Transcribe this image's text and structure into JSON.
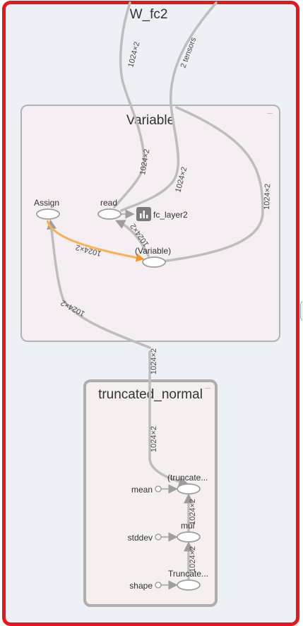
{
  "groups": {
    "outer": {
      "title": "W_fc2"
    },
    "variable": {
      "title": "Variable"
    },
    "truncated_normal": {
      "title": "truncated_normal"
    }
  },
  "nodes": {
    "assign": "Assign",
    "read": "read",
    "variable_op": "(Variable)",
    "fc_layer2": "fc_layer2",
    "truncated_op": "(truncate...",
    "mul": "mul",
    "truncated_normal_op": "Truncate...",
    "mean": "mean",
    "stddev": "stddev",
    "shape": "shape"
  },
  "edge_labels": {
    "top_left": "1024×2",
    "top_right": "2 tensors",
    "into_read": "1024×2",
    "from_read": "1024×2",
    "right_loop": "1024×2",
    "read_variable": "1024×2",
    "ref_assign": "1024×2",
    "assign_in": "1024×2",
    "tn_out": "1024×2",
    "tn_inner": "1024×2",
    "mul_out": "1024×2",
    "truncate_out": "1024×2"
  },
  "icons": {
    "fc_layer2": "summary-bar-chart-icon"
  },
  "colors": {
    "outer_border": "#e8151b",
    "reference_edge": "#f8b24f",
    "variable_group_fill": "#f5eef2",
    "truncated_group_fill": "#f5efed"
  }
}
